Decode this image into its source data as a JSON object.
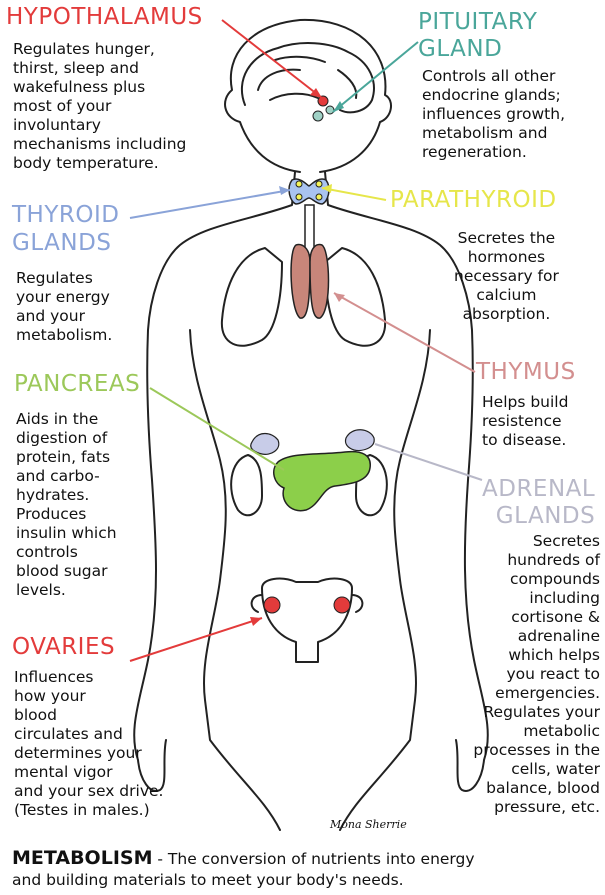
{
  "hypothalamus": {
    "title": "HYPOTHALAMUS",
    "desc": "Regulates hunger,\nthirst, sleep and\nwakefulness plus\nmost of your\ninvoluntary\nmechanisms including\nbody temperature.",
    "color": "#e33b3b"
  },
  "pituitary": {
    "title": "PITUITARY\nGLAND",
    "desc": "Controls all other\nendocrine glands;\ninfluences growth,\nmetabolism and\nregeneration.",
    "color": "#4aa69a"
  },
  "thyroid": {
    "title": "THYROID\nGLANDS",
    "desc": "Regulates\nyour energy\nand your\nmetabolism.",
    "color": "#8aa3d8"
  },
  "parathyroid": {
    "title": "PARATHYROID",
    "desc": "Secretes the\nhormones\nnecessary for\ncalcium\nabsorption.",
    "color": "#e6e64a"
  },
  "thymus": {
    "title": "THYMUS",
    "desc": "Helps build\nresistence\nto disease.",
    "color": "#d38f8f"
  },
  "pancreas": {
    "title": "PANCREAS",
    "desc": "Aids in the\ndigestion of\nprotein, fats\nand carbo-\nhydrates.\nProduces\ninsulin which\ncontrols\nblood sugar\nlevels.",
    "color": "#9cc85a"
  },
  "adrenal": {
    "title": "ADRENAL\nGLANDS",
    "desc": "Secretes\nhundreds of\ncompounds\nincluding\ncortisone &\nadrenaline\nwhich helps\nyou react to\nemergencies.\nRegulates your\nmetabolic\nprocesses in the\ncells, water\nbalance, blood\npressure, etc.",
    "color": "#b8b8c8"
  },
  "ovaries": {
    "title": "OVARIES",
    "desc": "Influences\nhow your\nblood\ncirculates and\ndetermines your\nmental vigor\nand your sex drive.\n(Testes in males.)",
    "color": "#e33b3b"
  },
  "signature": "Mona Sherrie",
  "footer": {
    "term": "METABOLISM",
    "definition": " - The conversion of nutrients into energy\nand building materials to meet your body's needs."
  }
}
